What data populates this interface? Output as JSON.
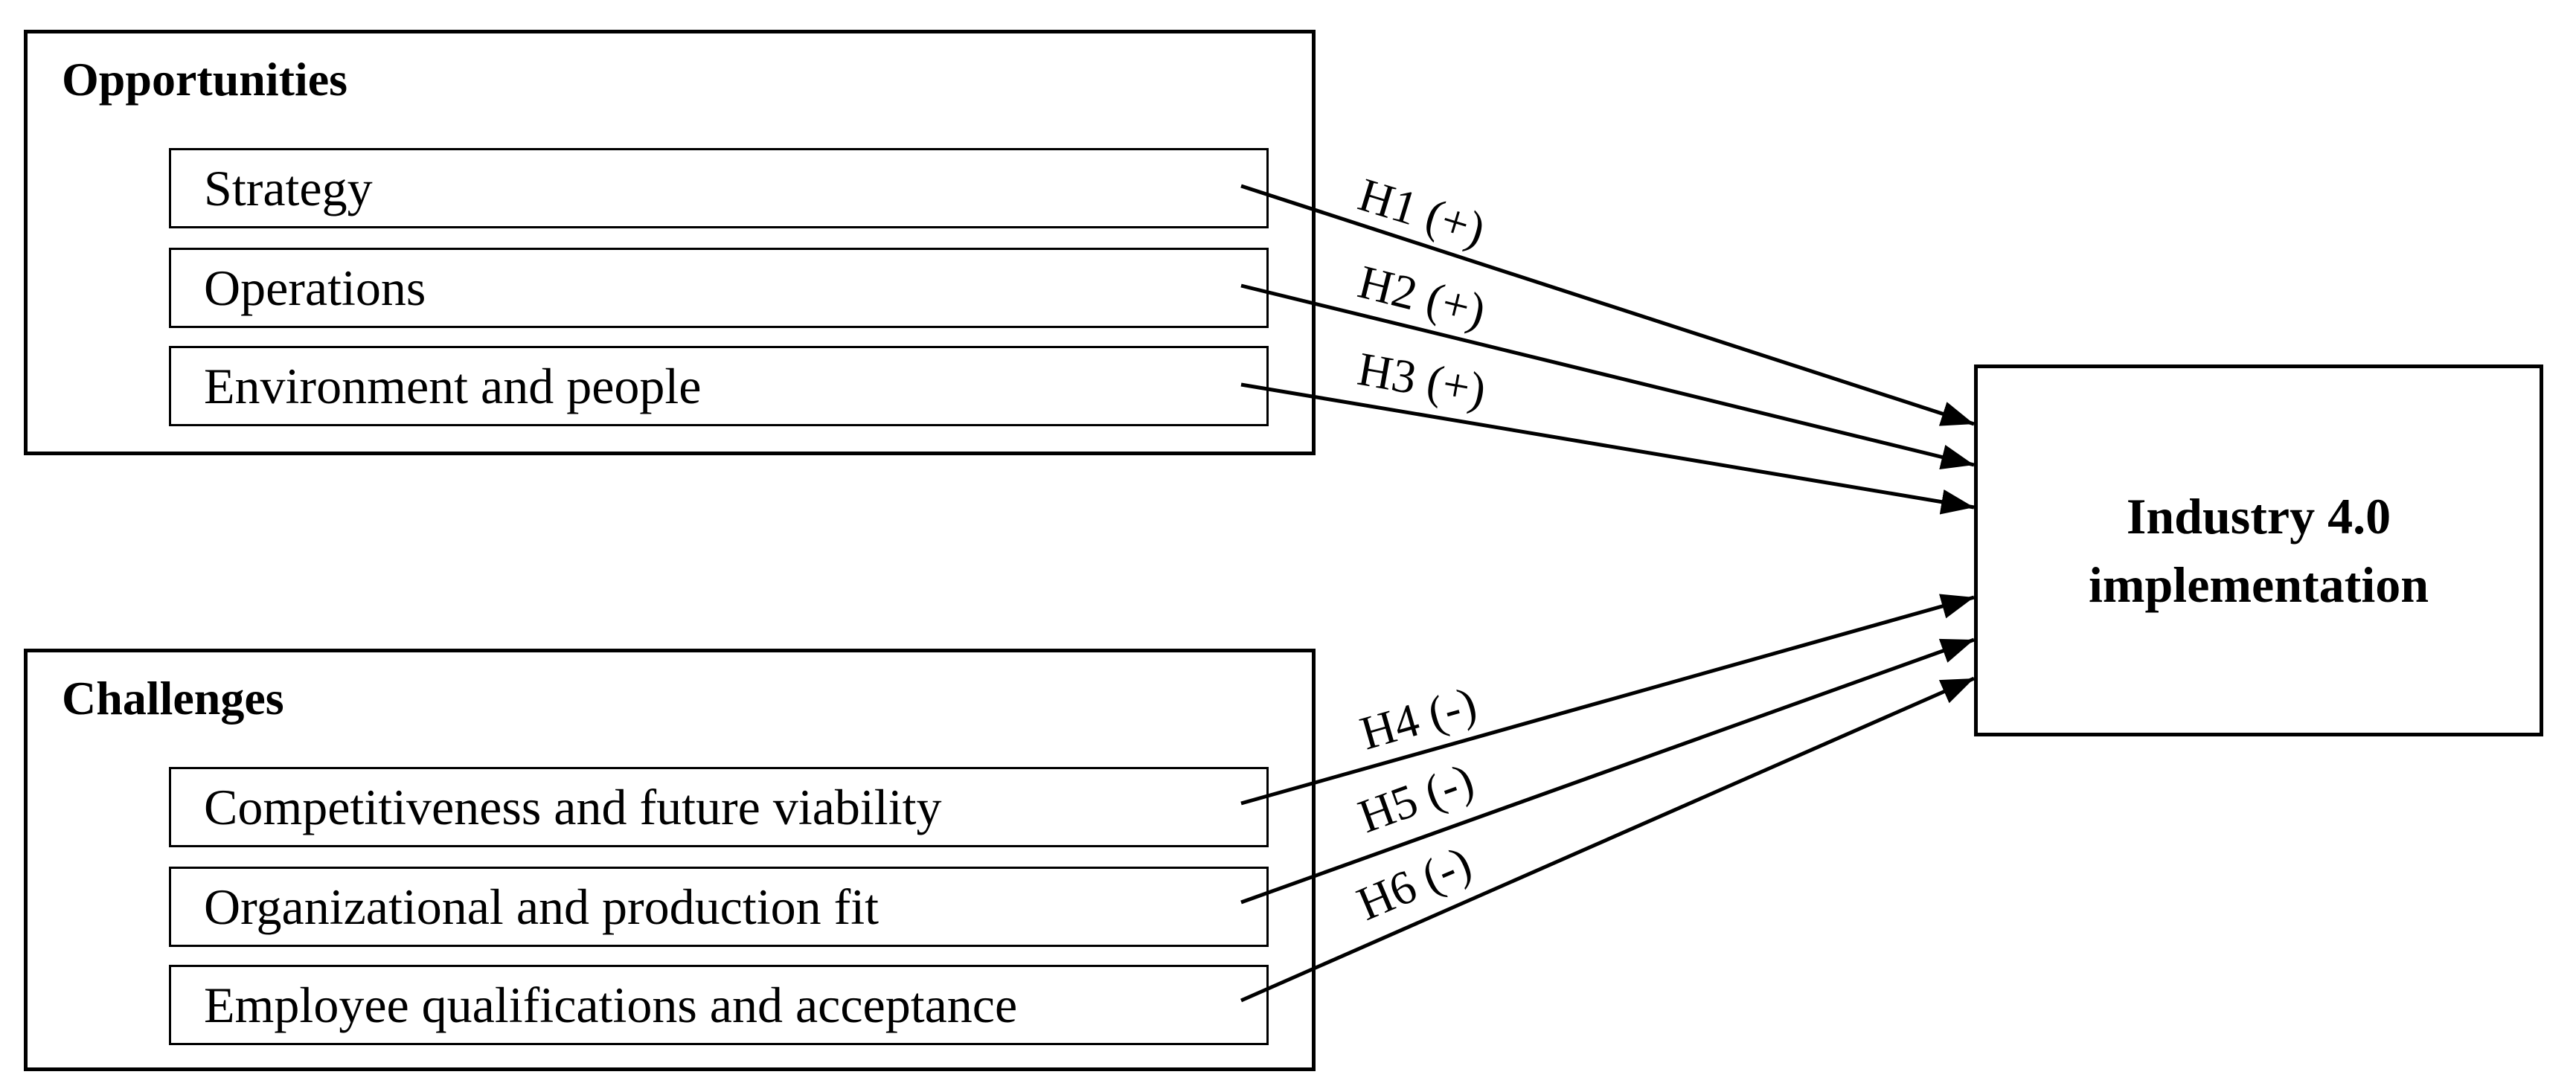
{
  "groups": [
    {
      "title": "Opportunities",
      "items": [
        "Strategy",
        "Operations",
        "Environment and people"
      ]
    },
    {
      "title": "Challenges",
      "items": [
        "Competitiveness and future viability",
        "Organizational and production fit",
        "Employee qualifications and acceptance"
      ]
    }
  ],
  "outcome": {
    "line1": "Industry 4.0",
    "line2": "implementation"
  },
  "hypotheses": [
    {
      "label": "H1 (+)",
      "sign": "+"
    },
    {
      "label": "H2 (+)",
      "sign": "+"
    },
    {
      "label": "H3 (+)",
      "sign": "+"
    },
    {
      "label": "H4 (-)",
      "sign": "-"
    },
    {
      "label": "H5 (-)",
      "sign": "-"
    },
    {
      "label": "H6 (-)",
      "sign": "-"
    }
  ]
}
